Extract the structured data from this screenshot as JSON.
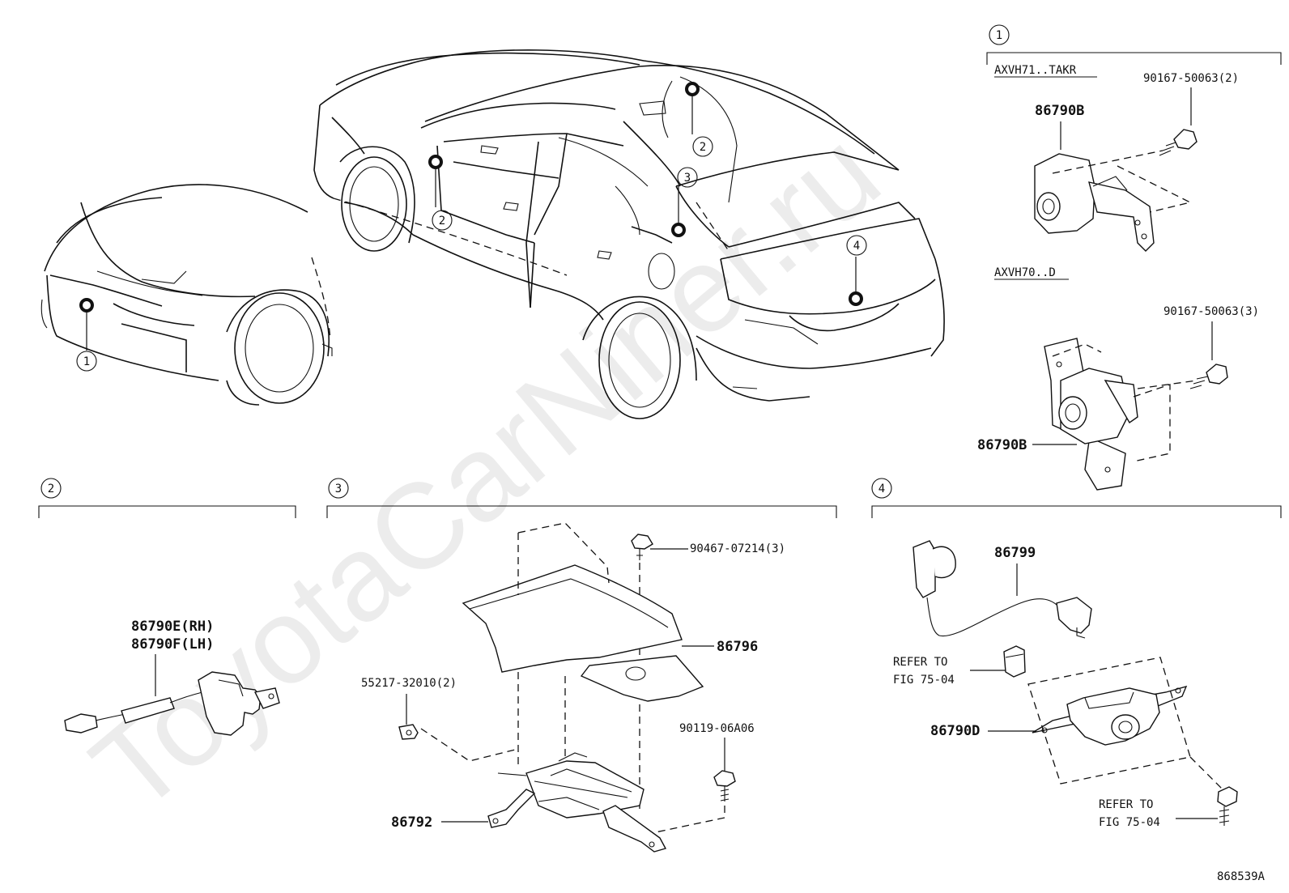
{
  "watermark": "ToyotaCarNiner.ru",
  "figure_id": "868539A",
  "callouts": [
    "1",
    "2",
    "3",
    "4"
  ],
  "section1": {
    "number": "1",
    "variant_a": "AXVH71..TAKR",
    "variant_b": "AXVH70..D",
    "screw_a": "90167-50063(2)",
    "screw_b": "90167-50063(3)",
    "camera_a": "86790B",
    "camera_b": "86790B"
  },
  "section2": {
    "number": "2",
    "camera_rh": "86790E(RH)",
    "camera_lh": "86790F(LH)"
  },
  "section3": {
    "number": "3",
    "clip": "90467-07214(3)",
    "cover": "86796",
    "nut": "55217-32010(2)",
    "bolt": "90119-06A06",
    "ecu": "86792"
  },
  "section4": {
    "number": "4",
    "harness": "86799",
    "refer_a_line1": "REFER TO",
    "refer_a_line2": "FIG 75-04",
    "camera": "86790D",
    "refer_b_line1": "REFER TO",
    "refer_b_line2": "FIG 75-04"
  }
}
